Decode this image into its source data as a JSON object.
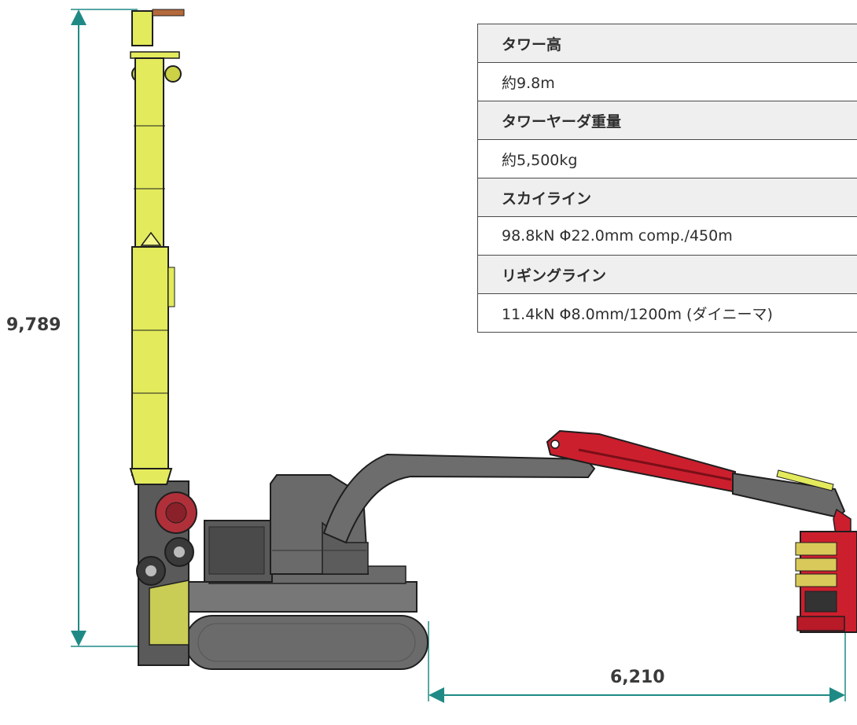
{
  "dimensions": {
    "height_label": "9,789",
    "reach_label": "6,210"
  },
  "spec_table": {
    "rows": [
      {
        "label": "タワー高",
        "value": "約9.8m"
      },
      {
        "label": "タワーヤーダ重量",
        "value": "約5,500kg"
      },
      {
        "label": "スカイライン",
        "value": "98.8kN Φ22.0mm comp./450m"
      },
      {
        "label": "リギングライン",
        "value": "11.4kN Φ8.0mm/1200m (ダイニーマ)"
      }
    ]
  },
  "colors": {
    "dimension_line": "#1f8a85",
    "tower": "#e3ea5c",
    "body": "#666666",
    "crane_arm": "#cc1f2e",
    "table_header_bg": "#efefef"
  }
}
